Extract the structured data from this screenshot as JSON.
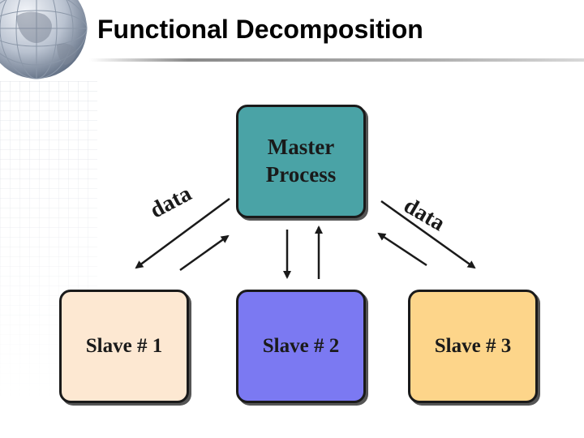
{
  "title": "Functional Decomposition",
  "colors": {
    "master": "#4aa3a6",
    "slave1": "#fde8d2",
    "slave2": "#7b79f2",
    "slave3": "#fdd58a"
  },
  "nodes": {
    "master": {
      "line1": "Master",
      "line2": "Process"
    },
    "slave1": "Slave # 1",
    "slave2": "Slave # 2",
    "slave3": "Slave # 3"
  },
  "edge_labels": {
    "left": "data",
    "right": "data"
  },
  "decorations": {
    "logo_icon": "globe-icon",
    "background": "grid-pattern"
  }
}
